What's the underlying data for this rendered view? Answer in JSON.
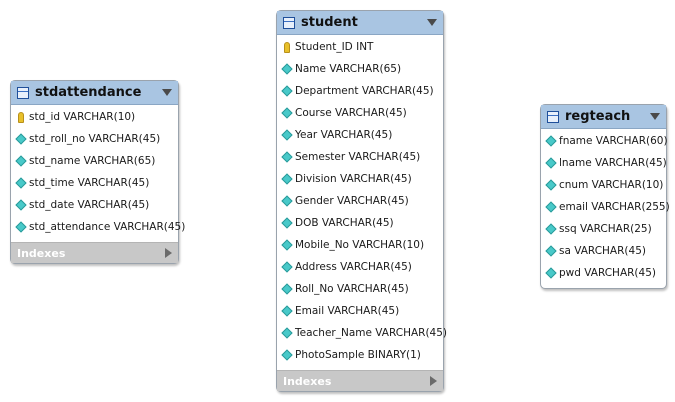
{
  "tables": {
    "stdattendance": {
      "title": "stdattendance",
      "indexes_label": "Indexes",
      "columns": [
        "std_id VARCHAR(10)",
        "std_roll_no VARCHAR(45)",
        "std_name VARCHAR(65)",
        "std_time VARCHAR(45)",
        "std_date VARCHAR(45)",
        "std_attendance VARCHAR(45)"
      ]
    },
    "student": {
      "title": "student",
      "indexes_label": "Indexes",
      "columns": [
        "Student_ID INT",
        "Name VARCHAR(65)",
        "Department VARCHAR(45)",
        "Course VARCHAR(45)",
        "Year VARCHAR(45)",
        "Semester VARCHAR(45)",
        "Division VARCHAR(45)",
        "Gender VARCHAR(45)",
        "DOB VARCHAR(45)",
        "Mobile_No VARCHAR(10)",
        "Address VARCHAR(45)",
        "Roll_No VARCHAR(45)",
        "Email VARCHAR(45)",
        "Teacher_Name VARCHAR(45)",
        "PhotoSample BINARY(1)"
      ]
    },
    "regteach": {
      "title": "regteach",
      "columns": [
        "fname VARCHAR(60)",
        "lname VARCHAR(45)",
        "cnum VARCHAR(10)",
        "email VARCHAR(255)",
        "ssq VARCHAR(25)",
        "sa VARCHAR(45)",
        "pwd VARCHAR(45)"
      ]
    }
  },
  "icons": {
    "table": "table-icon",
    "primary_key": "key-icon",
    "column": "diamond-icon",
    "collapse": "triangle-down-icon",
    "expand": "triangle-right-icon"
  },
  "colors": {
    "header_bg": "#a9c5e2",
    "indexes_bg": "#c8c8c8",
    "column_icon": "#48c9c9",
    "key_icon": "#e8c02a"
  }
}
